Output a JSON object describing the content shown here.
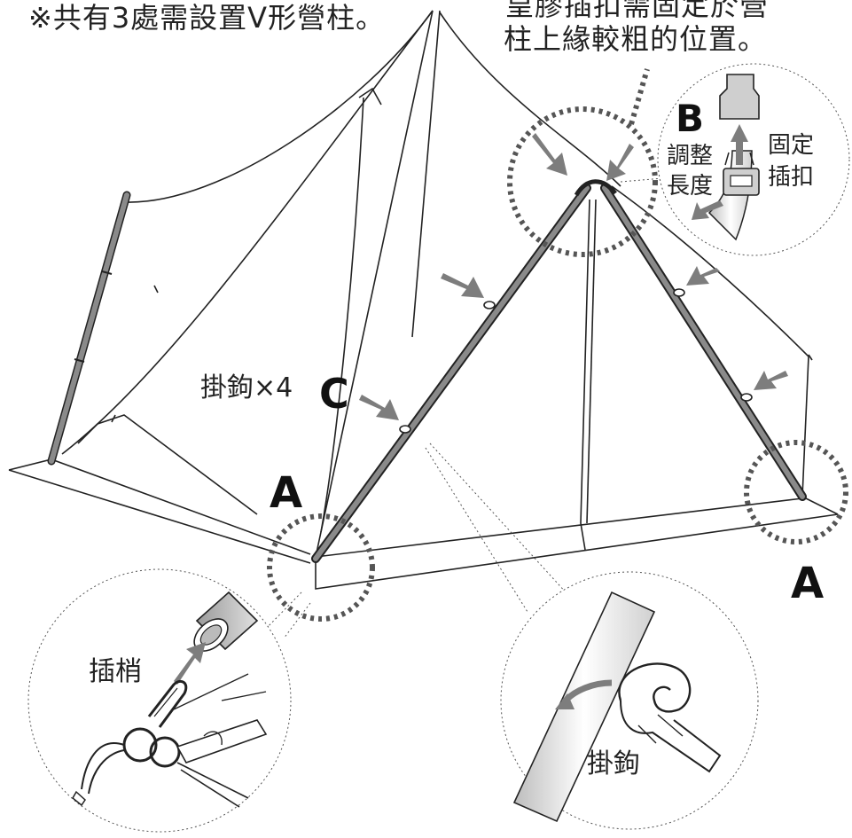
{
  "notes": {
    "left_top": "※共有3處需設置V形營柱。",
    "right_top_line1": "皇膠插扣需固定於營",
    "right_top_line2": "柱上緣較粗的位置。"
  },
  "labels": {
    "a_left": "A",
    "a_right": "A",
    "b": "B",
    "c": "C",
    "hook_count": "掛鉤×4",
    "adjust_line1": "調整",
    "adjust_line2": "長度",
    "fix_line1": "固定",
    "fix_line2": "插扣",
    "pin": "插梢",
    "hook": "掛鉤"
  },
  "colors": {
    "line": "#222222",
    "pole": "#8a8a8a",
    "arrow": "#7d7d7d",
    "dotted": "#555555"
  }
}
